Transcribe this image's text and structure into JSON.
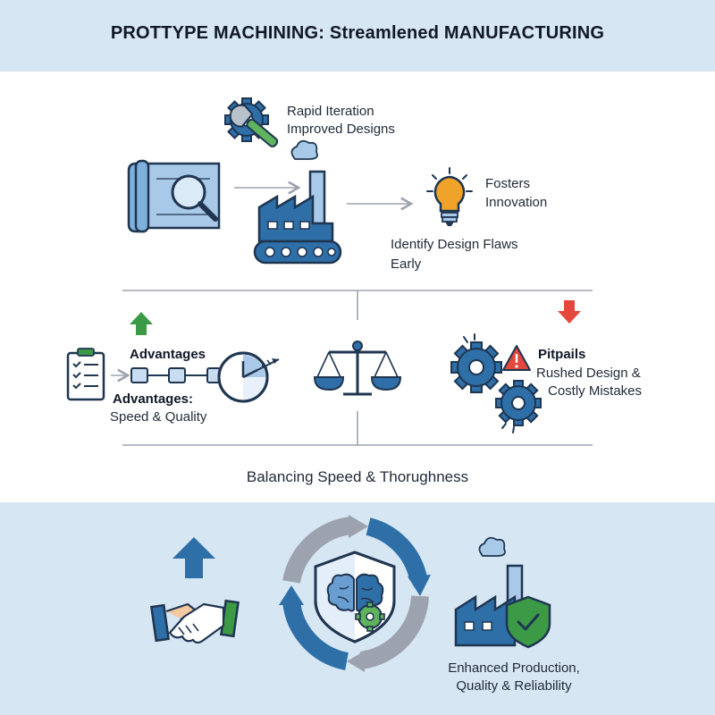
{
  "title": "PROTTYPE MACHINING: Streamlened MANUFACTURING",
  "top_section": {
    "rapid_iteration": [
      "Rapid Iteration",
      "Improved Designs"
    ],
    "fosters_innovation": [
      "Fosters",
      "Innovation"
    ],
    "identify_flaws": [
      "Identify Design Flaws",
      "Early"
    ]
  },
  "middle_section": {
    "advantages_heading": "Advantages",
    "advantages_label": "Advantages:",
    "advantages_detail": "Speed & Quality",
    "pitfalls_heading": "Pitpails",
    "pitfalls_detail": [
      "Rushed Design &",
      "Costly Mistakes"
    ],
    "balance_caption": "Balancing Speed & Thorughness"
  },
  "bottom_section": {
    "outcome": [
      "Enhanced Production,",
      "Quality & Reliability"
    ]
  },
  "colors": {
    "band": "#d6e6f3",
    "primary_blue": "#2f6fa8",
    "light_blue": "#a9c9e8",
    "dark_navy": "#1f3550",
    "green": "#3c9a47",
    "orange": "#f0a32b",
    "red": "#e4473b",
    "gray": "#9ca3af"
  }
}
